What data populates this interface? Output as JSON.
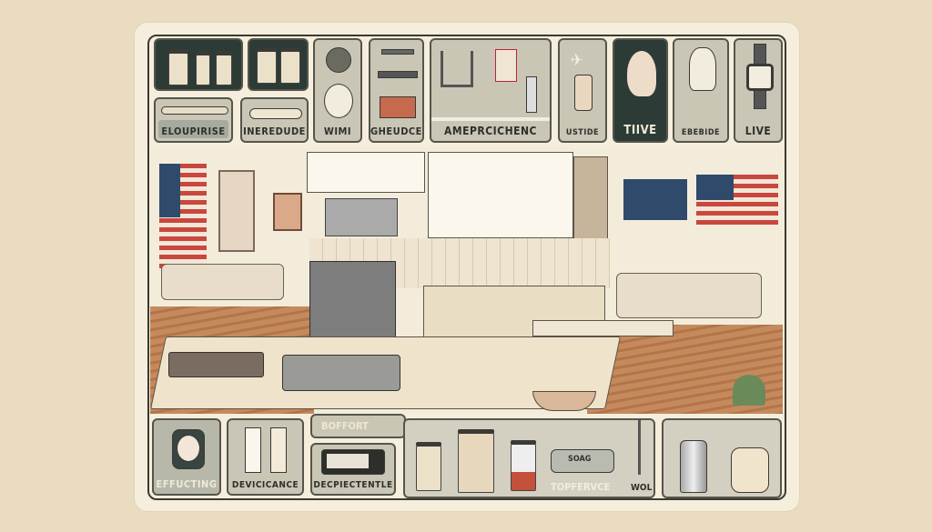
{
  "top_panels": {
    "eloupirise": "ELOUPIRISE",
    "ineredude": "INEREDUDE",
    "wimi": "WIMI",
    "gheudcel": "GHEUDCEL",
    "ameprcichenc": "AMEPRCICHENC",
    "ustide": "USTIDE",
    "tiive": "TIIVE",
    "ebebide": "EBEBIDE",
    "live": "LIVE"
  },
  "bottom_panels": {
    "effucting": "EFFUCTING",
    "devicicance": "DEVICICANCE",
    "boffort": "BOFFORT",
    "decpiectentle": "DECPIECTENTLE",
    "topfervce": "TOPFERVCE",
    "wol": "WOL",
    "scale_display": "SOAG"
  },
  "colors": {
    "background": "#eadcbf",
    "card": "#f6eedc",
    "panel": "#c9c6b6",
    "dark_panel": "#2c3b35",
    "flag_red": "#c8473e",
    "flag_blue": "#2f4a6b"
  }
}
